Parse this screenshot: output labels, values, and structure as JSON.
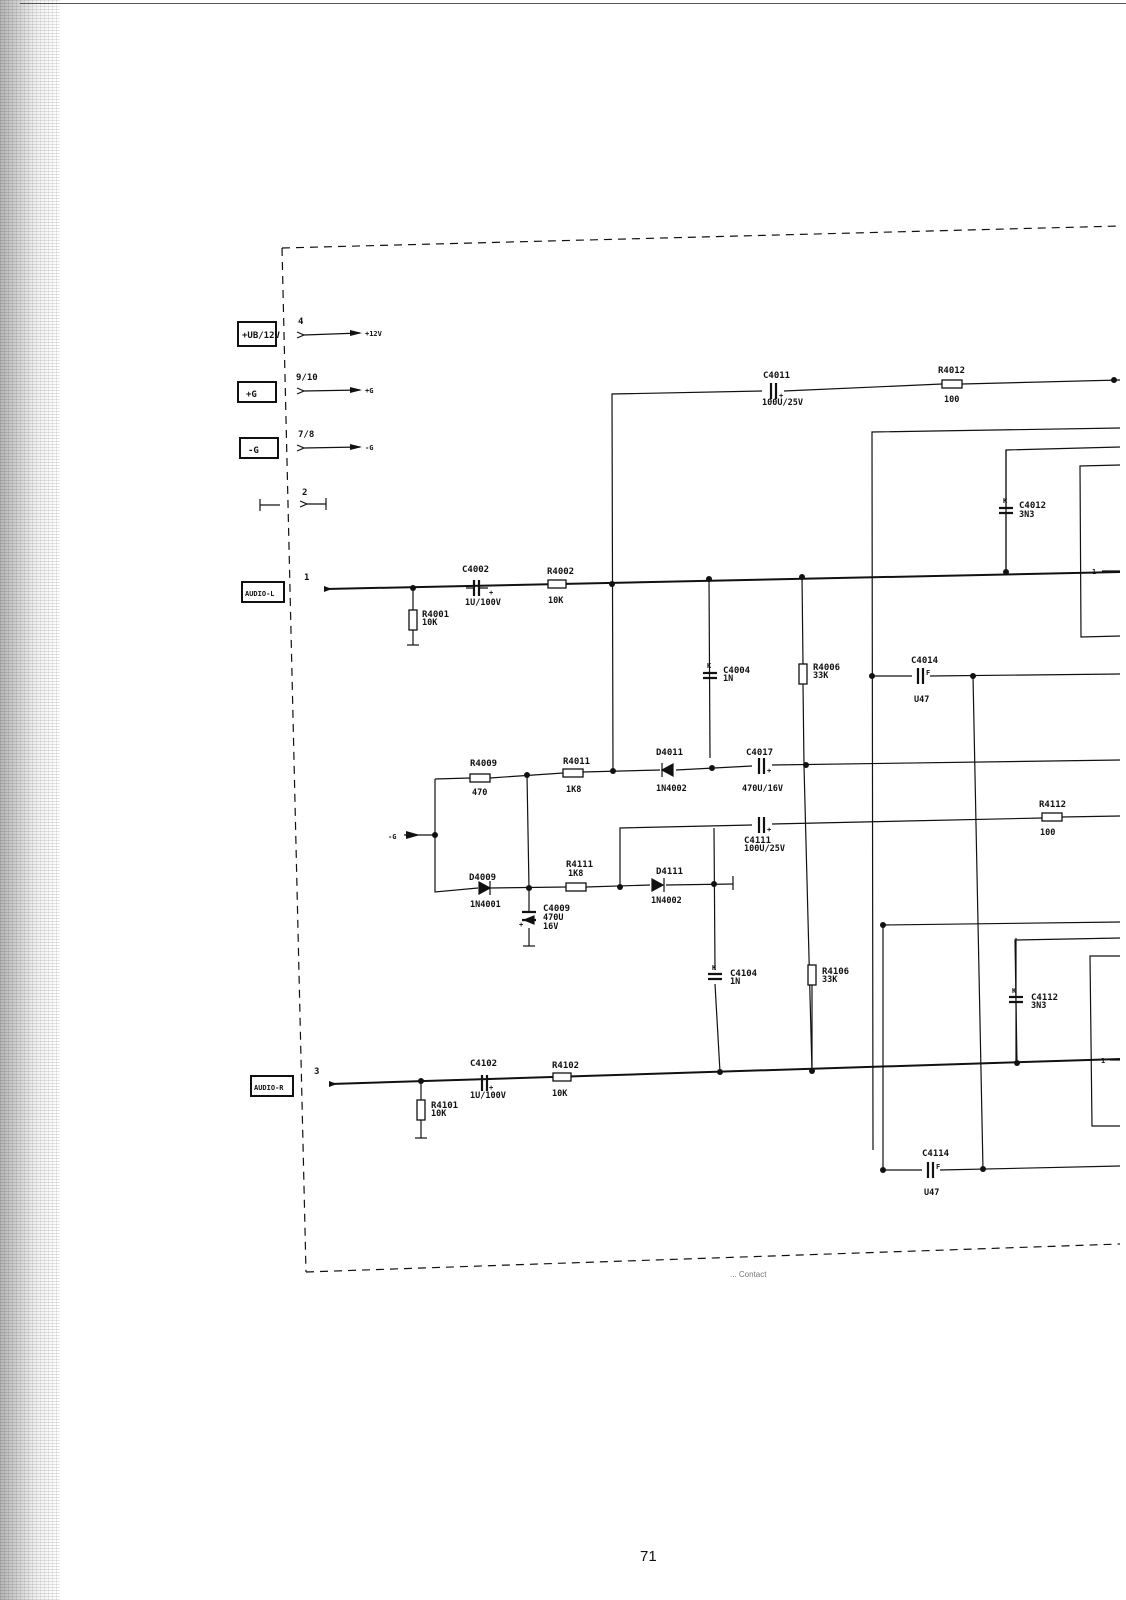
{
  "page": {
    "number": "71",
    "footer_ghost_text": "... Contact"
  },
  "connectors": [
    {
      "box": "+UB/12V",
      "pin": "4",
      "net": "+12V"
    },
    {
      "box": "+G",
      "pin": "9/10",
      "net": "+G"
    },
    {
      "box": "-G",
      "pin": "7/8",
      "net": "-G"
    },
    {
      "box": "",
      "pin": "2",
      "net": ""
    },
    {
      "box": "AUDIO-L",
      "pin": "1",
      "net": ""
    },
    {
      "box": "AUDIO-R",
      "pin": "3",
      "net": ""
    }
  ],
  "neg_supply_label": "-G",
  "components": {
    "C4002": {
      "ref": "C4002",
      "value": "1U/100V"
    },
    "R4002": {
      "ref": "R4002",
      "value": "10K"
    },
    "R4001": {
      "ref": "R4001",
      "value": "10K"
    },
    "C4011": {
      "ref": "C4011",
      "value": "100U/25V"
    },
    "R4012": {
      "ref": "R4012",
      "value": "100"
    },
    "C4012": {
      "ref": "C4012",
      "value": "3N3"
    },
    "C4004": {
      "ref": "C4004",
      "value": "1N"
    },
    "R4006": {
      "ref": "R4006",
      "value": "33K"
    },
    "C4014": {
      "ref": "C4014",
      "value": "U47"
    },
    "R4009": {
      "ref": "R4009",
      "value": "470"
    },
    "R4011": {
      "ref": "R4011",
      "value": "1K8"
    },
    "D4011": {
      "ref": "D4011",
      "value": "1N4002"
    },
    "C4017": {
      "ref": "C4017",
      "value": "470U/16V"
    },
    "C4111": {
      "ref": "C4111",
      "value": "100U/25V"
    },
    "R4112": {
      "ref": "R4112",
      "value": "100"
    },
    "D4009": {
      "ref": "D4009",
      "value": "1N4001"
    },
    "R4111": {
      "ref": "R4111",
      "value": "1K8"
    },
    "D4111": {
      "ref": "D4111",
      "value": "1N4002"
    },
    "C4009": {
      "ref": "C4009",
      "value": "470U",
      "value2": "16V"
    },
    "C4104": {
      "ref": "C4104",
      "value": "1N"
    },
    "R4106": {
      "ref": "R4106",
      "value": "33K"
    },
    "C4112": {
      "ref": "C4112",
      "value": "3N3"
    },
    "C4102": {
      "ref": "C4102",
      "value": "1U/100V"
    },
    "R4102": {
      "ref": "R4102",
      "value": "10K"
    },
    "R4101": {
      "ref": "R4101",
      "value": "10K"
    },
    "C4114": {
      "ref": "C4114",
      "value": "U47"
    }
  },
  "ic_pins": {
    "top": "1",
    "bottom": "1"
  },
  "polarity": {
    "plus": "+",
    "cap_k": "K",
    "cap_f": "F"
  }
}
